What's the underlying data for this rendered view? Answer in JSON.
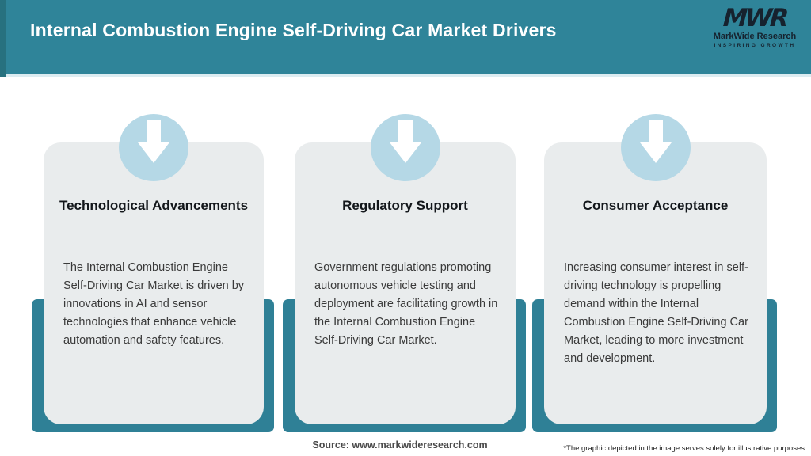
{
  "header": {
    "title": "Internal Combustion Engine Self-Driving Car Market Drivers",
    "logo": {
      "acronym": "MWR",
      "name": "MarkWide Research",
      "tagline": "INSPIRING GROWTH"
    }
  },
  "cards": [
    {
      "title": "Technological Advancements",
      "body": "The Internal Combustion Engine Self-Driving Car Market is driven by innovations in AI and sensor technologies that enhance vehicle automation and safety features."
    },
    {
      "title": "Regulatory Support",
      "body": "Government regulations promoting autonomous vehicle testing and deployment are facilitating growth in the Internal Combustion Engine Self-Driving Car Market."
    },
    {
      "title": "Consumer Acceptance",
      "body": "Increasing consumer interest in self-driving technology is propelling demand within the Internal Combustion Engine Self-Driving Car Market, leading to more investment and development."
    }
  ],
  "footer": {
    "source": "Source: www.markwideresearch.com",
    "disclaimer": "*The graphic depicted in the image serves solely for illustrative purposes"
  },
  "colors": {
    "header_teal": "#2f8499",
    "header_accent": "#27717f",
    "card_back_teal": "#2f8096",
    "card_gray": "#e9eced",
    "circle_blue": "#b5d8e6",
    "title_white": "#ffffff",
    "heading_dark": "#13171b",
    "body_gray": "#3a3a3a"
  }
}
